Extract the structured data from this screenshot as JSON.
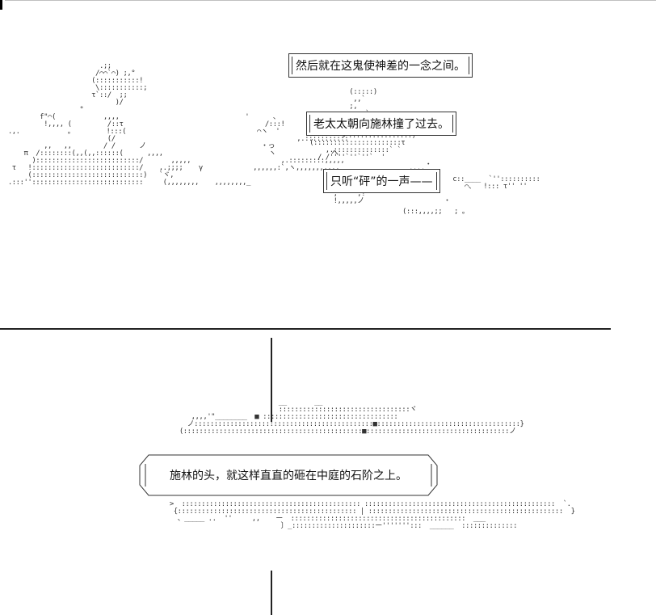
{
  "captions": {
    "caption_1": "然后就在这鬼使神差的一念之间。",
    "caption_2": "老太太朝向施林撞了过去。",
    "caption_3": "只听“砰”的一声——",
    "caption_4": "施林的头，就这样直直的砸在中庭的石阶之上。"
  }
}
